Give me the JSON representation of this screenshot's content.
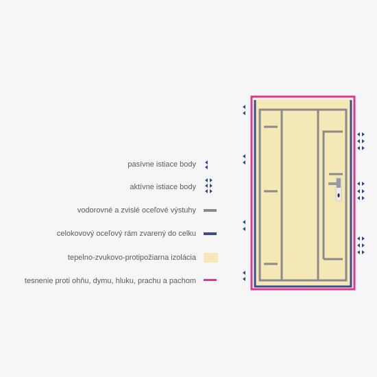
{
  "legend": [
    {
      "label": "pasívne istiace body",
      "symbol": "passive-points"
    },
    {
      "label": "aktívne istiace body",
      "symbol": "active-points"
    },
    {
      "label": "vodorovné a zvislé oceľové výstuhy",
      "symbol": "steel-reinforcement"
    },
    {
      "label": "celokovový oceľový rám zvarený do celku",
      "symbol": "steel-frame"
    },
    {
      "label": "tepelno-zvukovo-protipožiarna izolácia",
      "symbol": "insulation"
    },
    {
      "label": "tesnenie proti ohňu, dymu, hluku, prachu a pachom",
      "symbol": "seal"
    }
  ],
  "colors": {
    "background": "#f7f6f6",
    "text": "#555a66",
    "arrow": "#2c4a86",
    "reinforcement": "#8a8a8a",
    "frame": "#3d4d8a",
    "insulation": "#f3e8b6",
    "seal": "#d93a8e"
  }
}
